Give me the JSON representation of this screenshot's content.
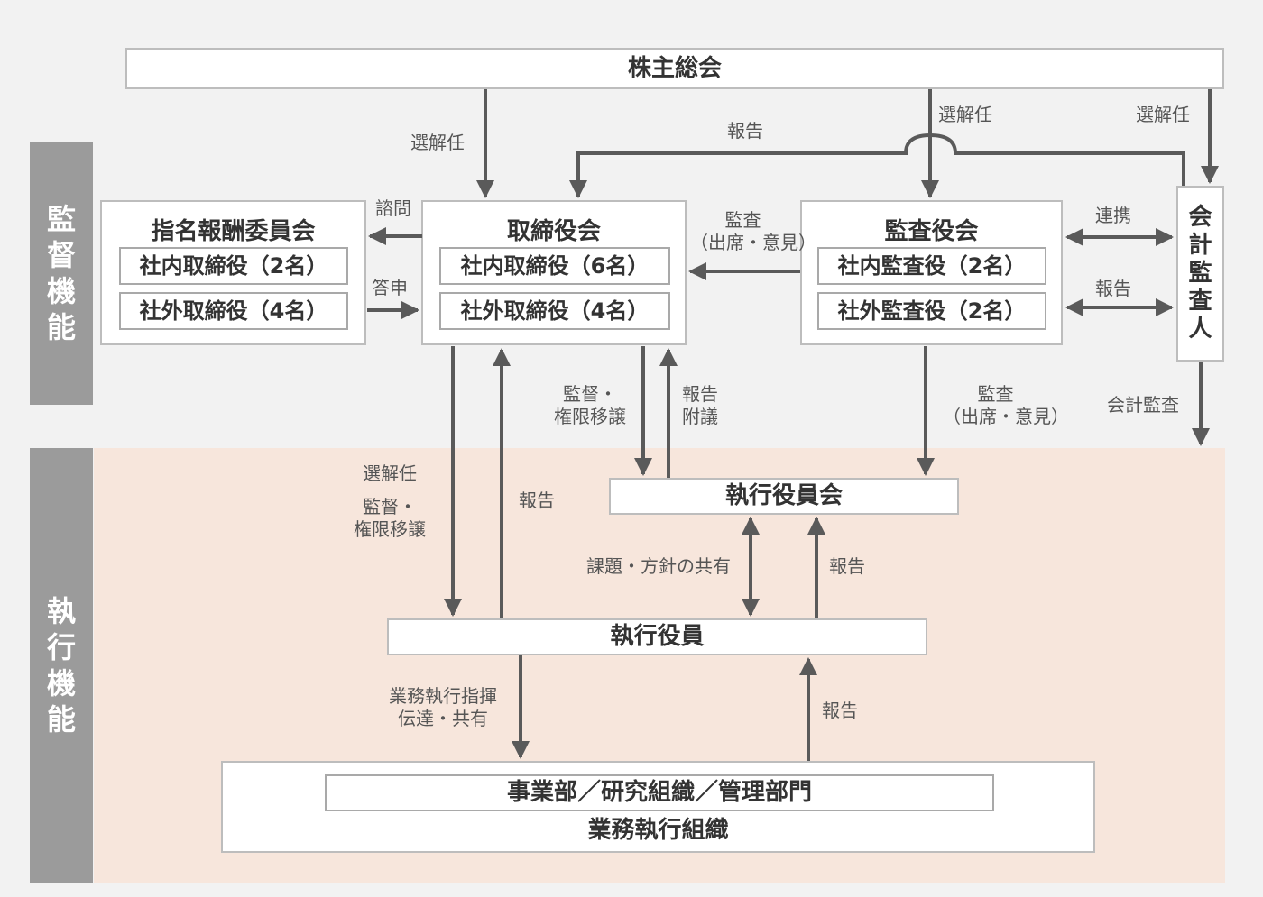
{
  "sides": {
    "supervision": "監督機能",
    "execution": "執行機能"
  },
  "boxes": {
    "shareholders": "株主総会",
    "nomination": {
      "title": "指名報酬委員会",
      "inside": "社内取締役（2名）",
      "outside": "社外取締役（4名）"
    },
    "board": {
      "title": "取締役会",
      "inside": "社内取締役（6名）",
      "outside": "社外取締役（4名）"
    },
    "auditors": {
      "title": "監査役会",
      "inside": "社内監査役（2名）",
      "outside": "社外監査役（2名）"
    },
    "accounting_auditor": "会計監査人",
    "exec_committee": "執行役員会",
    "exec_officers": "執行役員",
    "org": {
      "inner": "事業部／研究組織／管理部門",
      "label": "業務執行組織"
    }
  },
  "labels": {
    "elect1": "選解任",
    "report_top": "報告",
    "elect2": "選解任",
    "elect3": "選解任",
    "consult": "諮問",
    "answer": "答申",
    "audit_board_1": "監査",
    "audit_board_2": "（出席・意見）",
    "cooperation": "連携",
    "report_acc": "報告",
    "supervise_delegate_1": "監督・",
    "supervise_delegate_2": "権限移譲",
    "report_resolution_1": "報告",
    "report_resolution_2": "附議",
    "audit_exec_1": "監査",
    "audit_exec_2": "（出席・意見）",
    "accounting_audit": "会計監査",
    "elect_exec": "選解任",
    "supervise_exec_1": "監督・",
    "supervise_exec_2": "権限移譲",
    "report_exec": "報告",
    "share_issues": "課題・方針の共有",
    "report_committee": "報告",
    "directive_1": "業務執行指揮",
    "directive_2": "伝達・共有",
    "report_org": "報告"
  }
}
